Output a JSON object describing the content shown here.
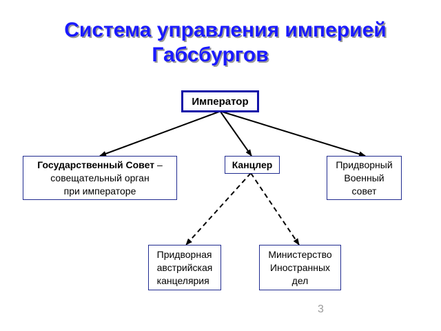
{
  "title": {
    "line1": "Система управления империей",
    "line2": "Габсбургов"
  },
  "nodes": {
    "emperor": "Император",
    "state_council": {
      "bold": "Государственный Совет",
      "rest": " –",
      "line2": "совещательный орган",
      "line3": "при императоре"
    },
    "chancellor": "Канцлер",
    "war_council": {
      "line1": "Придворный",
      "line2": "Военный",
      "line3": "совет"
    },
    "court_chancellery": {
      "line1": "Придворная",
      "line2": "австрийская",
      "line3": "канцелярия"
    },
    "foreign_ministry": {
      "line1": "Министерство",
      "line2": "Иностранных",
      "line3": "дел"
    }
  },
  "edges": [
    {
      "from": "emperor",
      "to": "state_council",
      "style": "solid"
    },
    {
      "from": "emperor",
      "to": "chancellor",
      "style": "solid"
    },
    {
      "from": "emperor",
      "to": "war_council",
      "style": "solid"
    },
    {
      "from": "chancellor",
      "to": "court_chancellery",
      "style": "dashed"
    },
    {
      "from": "chancellor",
      "to": "foreign_ministry",
      "style": "dashed"
    }
  ],
  "page_number": "3",
  "colors": {
    "title": "#1a1aff",
    "box_border": "#1f2a8f",
    "emperor_border": "#1212a8",
    "arrows": "#000000"
  }
}
